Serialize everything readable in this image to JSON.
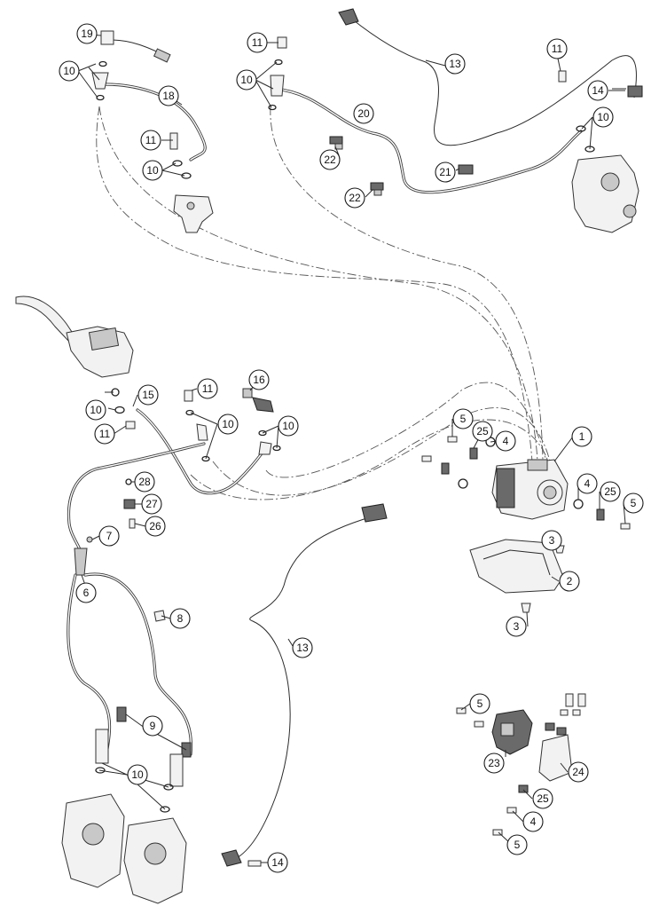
{
  "callouts": {
    "c1": "1",
    "c2": "2",
    "c3a": "3",
    "c3b": "3",
    "c4a": "4",
    "c4b": "4",
    "c4c": "4",
    "c5a": "5",
    "c5b": "5",
    "c5c": "5",
    "c5d": "5",
    "c6": "6",
    "c7": "7",
    "c8": "8",
    "c9": "9",
    "c10a": "10",
    "c10b": "10",
    "c10c": "10",
    "c10d": "10",
    "c10e": "10",
    "c10f": "10",
    "c10g": "10",
    "c11a": "11",
    "c11b": "11",
    "c11c": "11",
    "c11d": "11",
    "c11e": "11",
    "c13a": "13",
    "c13b": "13",
    "c14a": "14",
    "c14b": "14",
    "c15": "15",
    "c16": "16",
    "c18": "18",
    "c19": "19",
    "c20": "20",
    "c21": "21",
    "c22a": "22",
    "c22b": "22",
    "c23": "23",
    "c24": "24",
    "c25a": "25",
    "c25b": "25",
    "c25c": "25",
    "c26": "26",
    "c27": "27",
    "c28": "28"
  }
}
